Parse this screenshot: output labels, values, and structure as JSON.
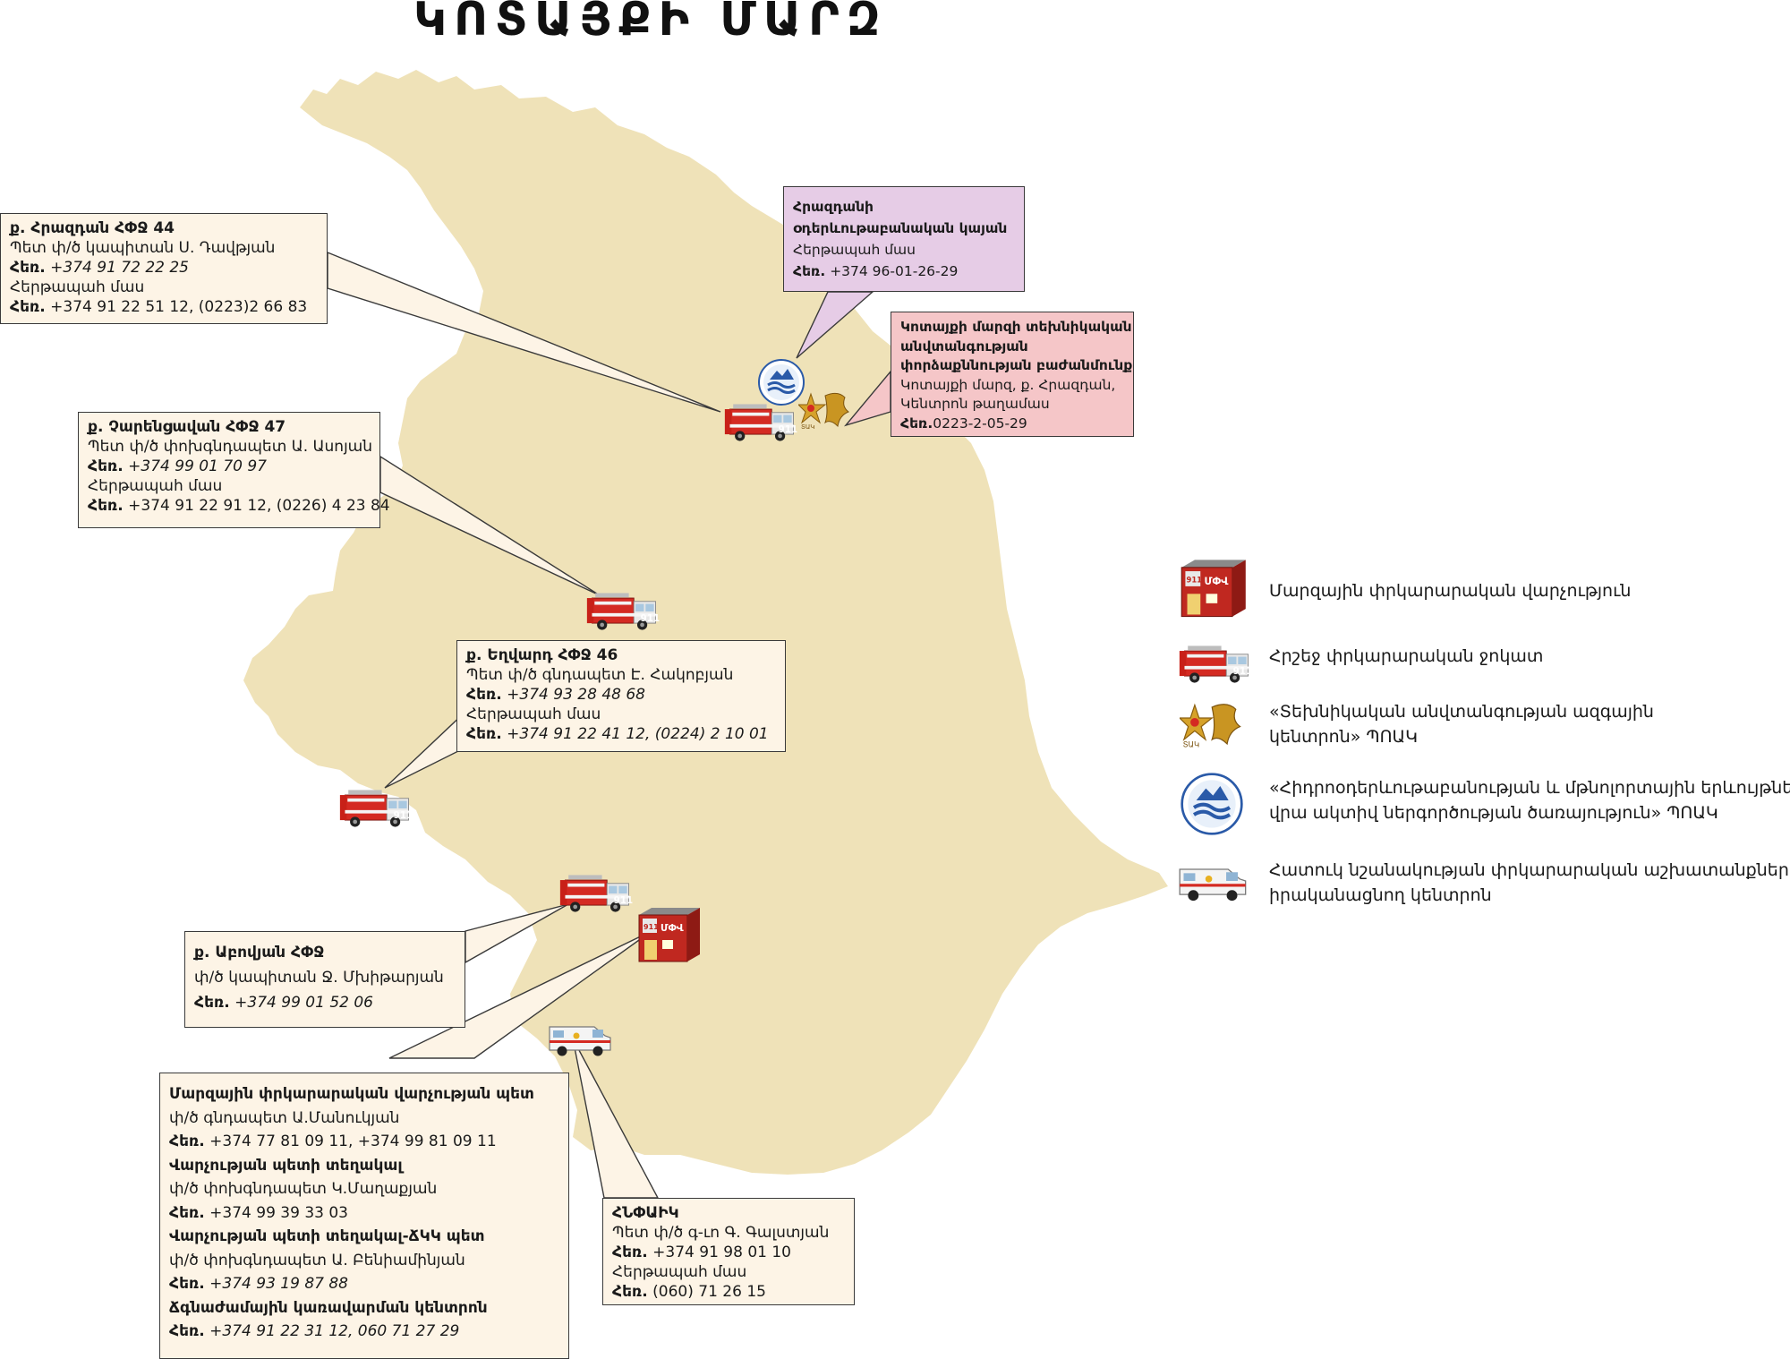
{
  "title": "ԿՈՏԱՅՔԻ ՄԱՐԶ",
  "colors": {
    "region": "#efe2b8",
    "box_cream": "#fdf4e6",
    "box_lilac": "#e6cce6",
    "box_pink": "#f5c6c8",
    "truck_red": "#d42a22"
  },
  "boxes": {
    "hrazdan": {
      "title": "ք. Հրազդան ՀՓՋ 44",
      "chief": "Պետ փ/ծ կապիտան Ս. Դավթյան",
      "phone_label": "Հեռ.",
      "phone": "+374 91 72 22 25",
      "duty": "Հերթապահ մաս",
      "duty_phone_label": "Հեռ.",
      "duty_phone": "+374 91 22 51 12, (0223)2 66 83"
    },
    "charentsavan": {
      "title": "ք. Չարենցավան  ՀՓՋ 47",
      "chief": "Պետ փ/ծ փոխգնդապետ Ա. Ասոյան",
      "phone_label": "Հեռ.",
      "phone": "+374 99 01 70 97",
      "duty": "Հերթապահ մաս",
      "duty_phone_label": "Հեռ.",
      "duty_phone": "+374 91 22 91 12, (0226) 4 23 84"
    },
    "yeghvard": {
      "title": "ք. Եղվարդ ՀՓՋ 46",
      "chief": "Պետ փ/ծ գնդապետ Է. Հակոբյան",
      "phone_label": "Հեռ.",
      "phone": "+374 93 28 48 68",
      "duty": "Հերթապահ մաս",
      "duty_phone_label": "Հեռ.",
      "duty_phone": "+374 91 22 41 12, (0224) 2 10 01"
    },
    "abovyan": {
      "title": "ք. Աբովյան ՀՓՋ",
      "chief": "փ/ծ կապիտան Ջ. Մխիթարյան",
      "phone_label": "Հեռ.",
      "phone": "+374 99 01 52 06"
    },
    "meteo": {
      "title1": "Հրազդանի",
      "title2": "օդերևութաբանական կայան",
      "duty": "Հերթապահ մաս",
      "phone_label": "Հեռ.",
      "phone": "+374 96-01-26-29"
    },
    "tech_safety": {
      "title1": "Կոտայքի մարզի տեխնիկական",
      "title2": "անվտանգության",
      "title3": "փորձաքննության բաժանմունք",
      "addr1": "Կոտայքի մարզ, ք. Հրազդան,",
      "addr2": "Կենտրոն թաղամաս",
      "phone_label": "Հեռ.",
      "phone": "0223-2-05-29"
    },
    "regional": {
      "h1": "Մարզային փրկարարական վարչության պետ",
      "p1": "փ/ծ գնդապետ  Ա.Մանուկյան",
      "ph1_label": "Հեռ.",
      "ph1": "+374 77 81 09 11,  +374 99 81 09 11",
      "h2": "Վարչության պետի տեղակալ",
      "p2": "փ/ծ փոխգնդապետ  Կ.Մաղաքյան",
      "ph2_label": "Հեռ.",
      "ph2": "+374 99 39 33 03",
      "h3": "Վարչության պետի տեղակալ-ՃԿԿ պետ",
      "p3": "փ/ծ փոխգնդապետ Ա. Բենիամինյան",
      "ph3_label": "Հեռ.",
      "ph3": "+374 93 19 87 88",
      "h4": "Ճգնաժամային կառավարման կենտրոն",
      "ph4_label": "Հեռ.",
      "ph4": "+374 91 22 31 12, 060 71 27 29"
    },
    "hnparik": {
      "title": "ՀՆՓԱԻԿ",
      "chief": "Պետ փ/ծ գ-ւո Գ. Գալստյան",
      "phone_label": "Հեռ.",
      "phone": "+374 91 98 01 10",
      "duty": "Հերթապահ մաս",
      "duty_phone_label": "Հեռ.",
      "duty_phone": "(060) 71 26 15"
    }
  },
  "icon_text": {
    "truck_number": "911",
    "building_sign": "ՄՓՎ",
    "building_number": "911",
    "emblem_caption": "ՏԱԿ"
  },
  "legend": [
    {
      "icon": "building-icon",
      "label": "Մարզային փրկարարական վարչություն"
    },
    {
      "icon": "fire-truck-icon",
      "label": "Հրշեջ փրկարարական ջոկատ"
    },
    {
      "icon": "tech-safety-emblem-icon",
      "label1": "«Տեխնիկական անվտանգության ազգային",
      "label2": "կենտրոն» ՊՈԱԿ"
    },
    {
      "icon": "hydromet-emblem-icon",
      "label1": "«Հիդրոօդերևութաբանության և մթնոլորտային երևույթների",
      "label2": "վրա ակտիվ ներգործության ծառայություն» ՊՈԱԿ"
    },
    {
      "icon": "rescue-van-icon",
      "label1": "Հատուկ նշանակության փրկարարական աշխատանքներ",
      "label2": "իրականացնող կենտրոն"
    }
  ]
}
